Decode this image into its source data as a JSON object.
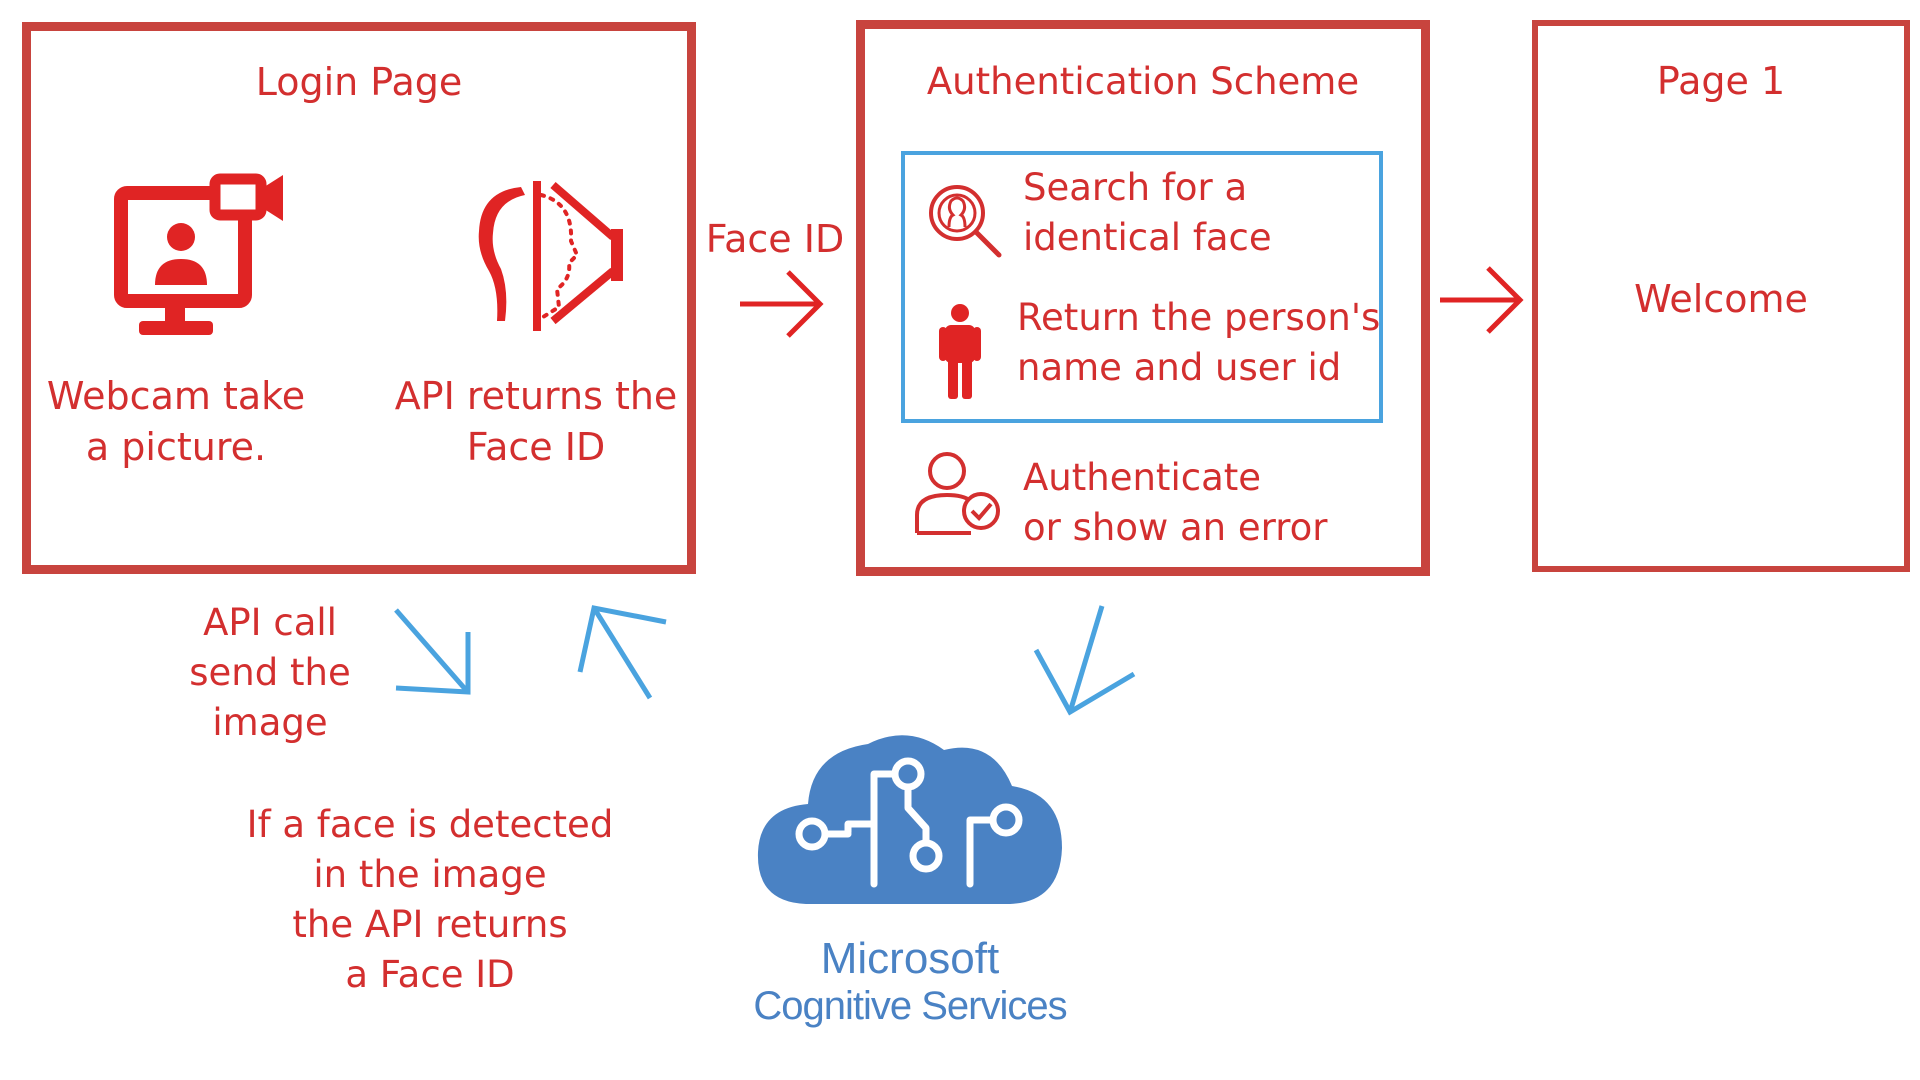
{
  "colors": {
    "box_border": "#c8443e",
    "red_text": "#d32f2f",
    "blue_arrow": "#4aa3df",
    "blue_box": "#4aa3df",
    "cloud": "#4a82c4"
  },
  "login_page": {
    "title": "Login Page",
    "webcam_icon": "webcam-monitor-icon",
    "webcam_caption": "Webcam take\na picture.",
    "face_scan_icon": "face-scan-icon",
    "face_caption": "API returns the\nFace ID"
  },
  "arrow_face_id": {
    "label": "Face ID"
  },
  "auth_scheme": {
    "title": "Authentication Scheme",
    "search_icon": "face-search-icon",
    "search_text": "Search for a\nidentical face",
    "person_icon": "person-icon",
    "return_text": "Return the person's\nname and user id",
    "auth_icon": "user-check-icon",
    "auth_text": "Authenticate\nor show an error"
  },
  "page1": {
    "title": "Page 1",
    "welcome": "Welcome"
  },
  "api_call": {
    "text": "API call\nsend the\nimage"
  },
  "face_detected": {
    "text": "If a face is detected\nin the image\nthe API returns\na Face ID"
  },
  "microsoft": {
    "logo_icon": "cognitive-services-cloud-icon",
    "line1": "Microsoft",
    "line2": "Cognitive Services"
  }
}
